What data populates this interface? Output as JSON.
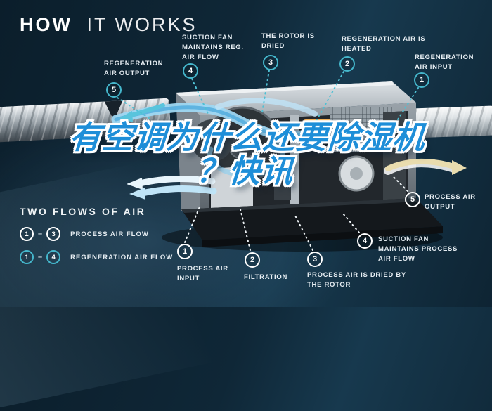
{
  "header": {
    "title_bold": "HOW",
    "title_light": "IT WORKS"
  },
  "overlay": {
    "line1": "有空调为什么还要除湿机",
    "line2": "？快讯"
  },
  "colors": {
    "regeneration": "#45b7cc",
    "process": "#ffffff",
    "label": "#e6edf2",
    "overlay": "#1e8ed8"
  },
  "callouts": {
    "regeneration": [
      {
        "num": "5",
        "label": "REGENERATION AIR OUTPUT"
      },
      {
        "num": "4",
        "label": "SUCTION FAN MAINTAINS REG. AIR FLOW"
      },
      {
        "num": "3",
        "label": "THE ROTOR IS DRIED"
      },
      {
        "num": "2",
        "label": "REGENERATION AIR IS HEATED"
      },
      {
        "num": "1",
        "label": "REGENERATION AIR INPUT"
      }
    ],
    "process": [
      {
        "num": "1",
        "label": "PROCESS AIR INPUT"
      },
      {
        "num": "2",
        "label": "FILTRATION"
      },
      {
        "num": "3",
        "label": "PROCESS AIR IS DRIED BY THE ROTOR"
      },
      {
        "num": "4",
        "label": "SUCTION FAN MAINTAINS PROCESS AIR FLOW"
      },
      {
        "num": "5",
        "label": "PROCESS AIR OUTPUT"
      }
    ]
  },
  "legend": {
    "title": "TWO FLOWS OF AIR",
    "rows": [
      {
        "from": "1",
        "dash": "–",
        "to": "3",
        "label": "PROCESS AIR FLOW"
      },
      {
        "from": "1",
        "dash": "–",
        "to": "4",
        "label": "REGENERATION AIR FLOW"
      }
    ]
  }
}
